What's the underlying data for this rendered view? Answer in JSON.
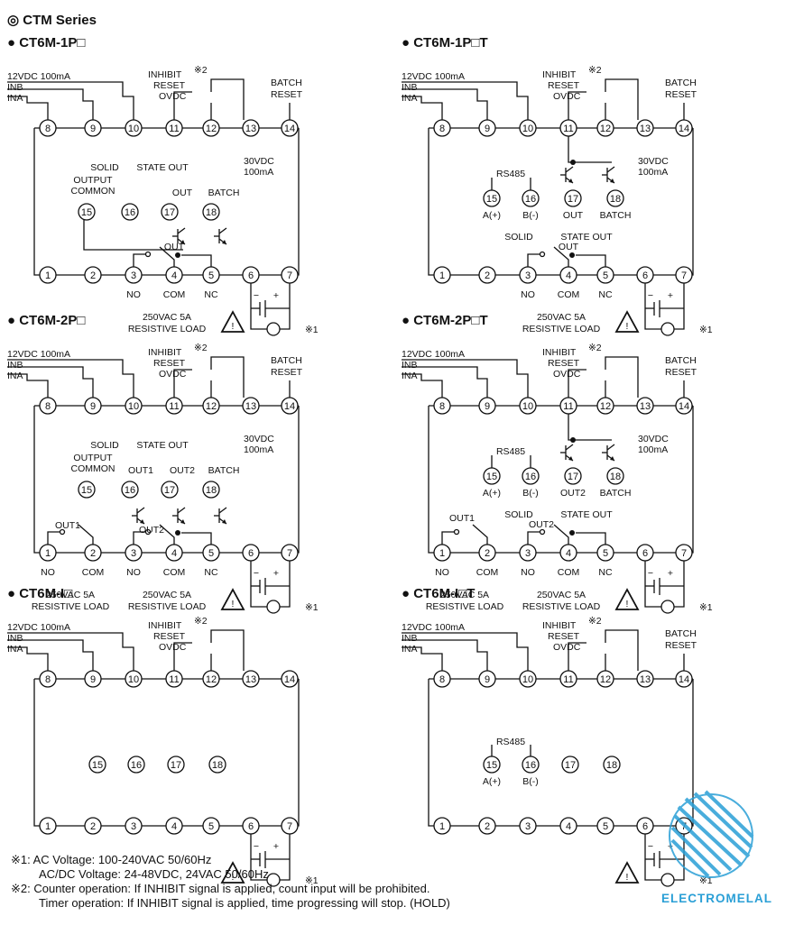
{
  "header": {
    "series_title": "◎ CTM Series"
  },
  "common": {
    "power": "12VDC 100mA",
    "inb": "INB",
    "ina": "INA",
    "inhibit": "INHIBIT",
    "inhibit_mark": "※2",
    "reset": "RESET",
    "ovdc": "OVDC",
    "batch": "BATCH",
    "batch_reset": "RESET",
    "out30": "30VDC",
    "out30ma": "100mA",
    "solid": "SOLID",
    "state_out": "STATE OUT",
    "output": "OUTPUT",
    "common_word": "COMMON",
    "out": "OUT",
    "out1": "OUT1",
    "out2": "OUT2",
    "no": "NO",
    "com": "COM",
    "nc": "NC",
    "relay_rating": "250VAC 5A",
    "resistive": "RESISTIVE LOAD",
    "rs485": "RS485",
    "a_plus": "A(+)",
    "b_minus": "B(-)",
    "plus": "+",
    "minus": "−",
    "note_mark": "※1"
  },
  "top_pins": [
    "8",
    "9",
    "10",
    "11",
    "12",
    "13",
    "14"
  ],
  "bottom_pins": [
    "1",
    "2",
    "3",
    "4",
    "5",
    "6",
    "7"
  ],
  "mid_pins": [
    "15",
    "16",
    "17",
    "18"
  ],
  "modules": [
    {
      "title": "● CT6M-1P□"
    },
    {
      "title": "● CT6M-1P□T"
    },
    {
      "title": "● CT6M-2P□"
    },
    {
      "title": "● CT6M-2P□T"
    },
    {
      "title": "● CT6M-I□"
    },
    {
      "title": "● CT6M-I□T"
    }
  ],
  "notes": {
    "n1_line1": "※1: AC Voltage: 100-240VAC 50/60Hz",
    "n1_line2": "AC/DC Voltage: 24-48VDC, 24VAC 50/60Hz",
    "n2_line1": "※2: Counter operation: If INHIBIT signal is applied, count input will be prohibited.",
    "n2_line2": "Timer operation: If INHIBIT signal is applied, time progressing will stop. (HOLD)"
  },
  "brand": {
    "name": "ELECTROMELAL"
  },
  "colors": {
    "brand": "#2a9fd6",
    "line": "#111111"
  }
}
